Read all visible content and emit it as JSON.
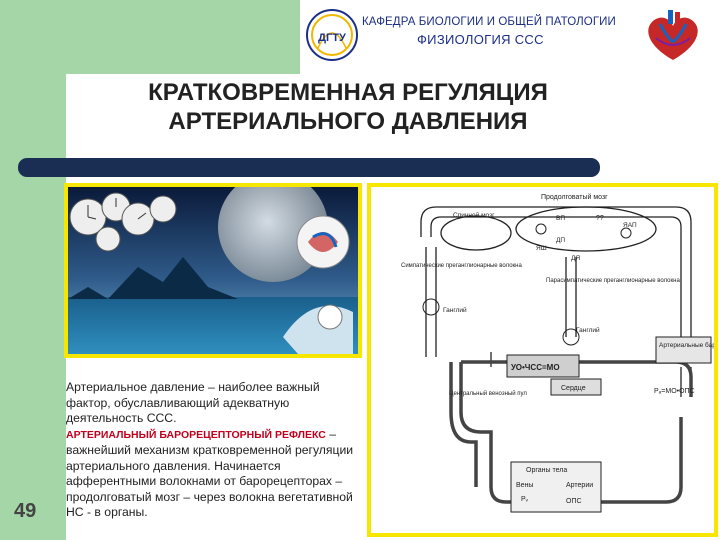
{
  "header": {
    "department": "КАФЕДРА БИОЛОГИИ И ОБЩЕЙ ПАТОЛОГИИ",
    "subject": "ФИЗИОЛОГИЯ ССС",
    "logo_icon": "university-crest-icon",
    "logo_text": "ДГТУ",
    "heart_icon": "heart-anatomy-icon"
  },
  "slide": {
    "title_line1": "КРАТКОВРЕМЕННАЯ РЕГУЛЯЦИЯ",
    "title_line2": "АРТЕРИАЛЬНОГО ДАВЛЕНИЯ",
    "page_number": "49"
  },
  "body": {
    "part1": "Артериальное давление – наиболее важный фактор, обуславливающий адекватную деятельность ССС.",
    "red_term": "АРТЕРИАЛЬНЫЙ БАРОРЕЦЕПТОРНЫЙ РЕФЛЕКС",
    "part2": " – важнейший механизм кратковременной регуляции артериального давления. Начинается афферентными волокнами от барорецепторах – продолговатый мозг – через волокна вегетативной НС  - в органы."
  },
  "diagram": {
    "medulla": "Продолговатый мозг",
    "spinal_cord": "Спинной мозг",
    "sympathetic": "Симпатические преганглионарные волокна",
    "parasympathetic": "Парасимпатические преганглионарные волокна",
    "ganglion1": "Ганглий",
    "ganglion2": "Ганглий",
    "arterial_baro": "Артериальные барорецепторы",
    "central_pool": "Центральный венозный пул",
    "heart": "Сердце",
    "heart_box": "УО•ЧСС=МО",
    "organs": "Органы тела",
    "veins": "Вены",
    "arteries": "Артерии",
    "pressure_eq": "Pₐ=МО•ОПС",
    "ops": "ОПС",
    "vp": "ВП",
    "dp": "ДП",
    "yaa": "ЯАП",
    "ysh": "ЯШ",
    "dya": "ДЯ",
    "qq": "??",
    "pv": "Pᵥ"
  }
}
